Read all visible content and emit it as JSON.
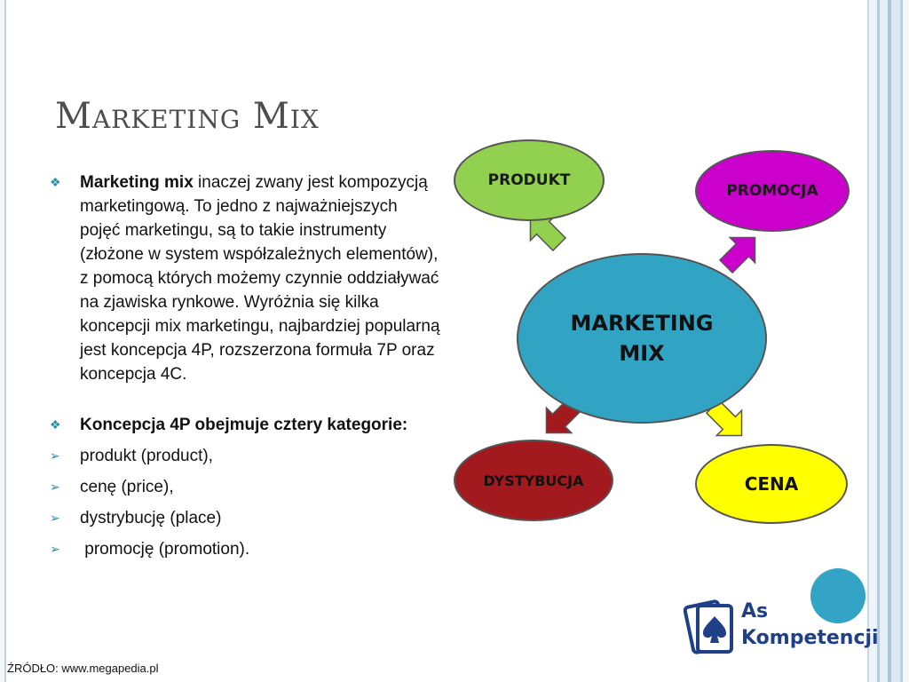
{
  "slide": {
    "title": "Marketing Mix",
    "source": "ŹRÓDŁO: www.megapedia.pl"
  },
  "content": {
    "para1_bold": "Marketing mix",
    "para1_text": " inaczej zwany jest kompozycją marketingową. To jedno z najważniejszych pojęć marketingu, są to takie instrumenty (złożone w system współzależnych elementów), z pomocą których możemy czynnie oddziaływać na zjawiska rynkowe. Wyróżnia się kilka koncepcji mix marketingu, najbardziej popularną jest koncepcja 4P, rozszerzona formuła 7P oraz koncepcja 4C.",
    "para2_bold": "Koncepcja 4P obejmuje cztery kategorie:",
    "subitems": [
      "produkt (product),",
      "cenę (price),",
      "dystrybucję (place)",
      " promocję (promotion)."
    ]
  },
  "diagram": {
    "center_line1": "MARKETING",
    "center_line2": "MIX",
    "produkt": "PRODUKT",
    "promocja": "PROMOCJA",
    "dystrybucja": "DYSTYBUCJA",
    "cena": "CENA"
  },
  "logo": {
    "line1": "As",
    "line2": "Kompetencji"
  },
  "icons": {
    "bullet_primary": "diamond-bullet-icon",
    "bullet_secondary": "chevron-bullet-icon",
    "logo_mark": "ace-of-spades-icon"
  },
  "colors": {
    "produkt": "#92d050",
    "promocja": "#cc00cc",
    "center": "#31a4c4",
    "dystrybucja": "#a31a1e",
    "cena": "#ffff00",
    "bullet": "#2e8ba8"
  }
}
